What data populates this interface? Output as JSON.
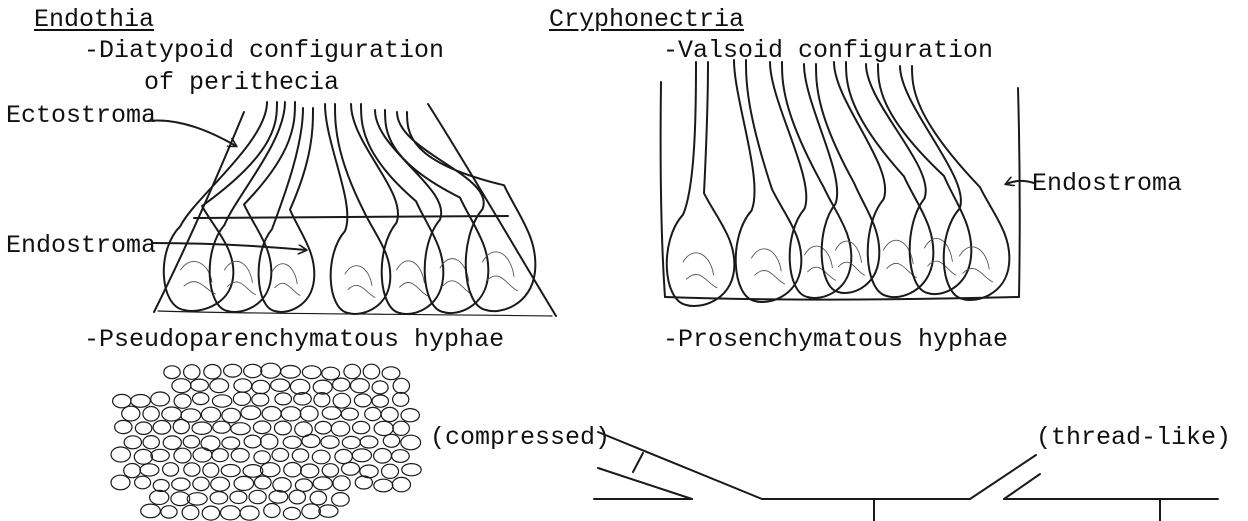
{
  "left_panel": {
    "genus": "Endothia",
    "configuration": "-Diatypoid configuration",
    "configuration_cont": "of perithecia",
    "label_ectostroma": "Ectostroma",
    "label_endostroma": "Endostroma",
    "hyphae": "-Pseudoparenchymatous hyphae",
    "hyphae_note": "(compressed)"
  },
  "right_panel": {
    "genus": "Cryphonectria",
    "configuration": "-Valsoid configuration",
    "label_endostroma": "Endostroma",
    "hyphae": "-Prosenchymatous hyphae",
    "hyphae_note": "(thread-like)"
  }
}
